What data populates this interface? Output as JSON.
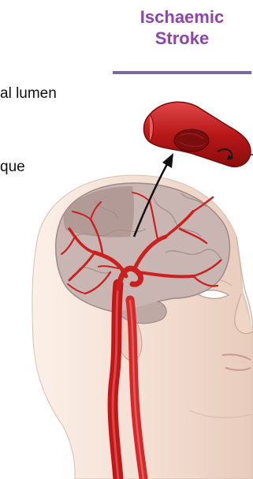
{
  "title": {
    "line1": "Ischaemic",
    "line2": "Stroke"
  },
  "labels": {
    "lumen": "al lumen",
    "plaque": "que"
  },
  "colors": {
    "title": "#8e44ad",
    "artery": "#cc1f1f",
    "skin": "#f3dfd3",
    "brain": "#c9b5b1"
  }
}
